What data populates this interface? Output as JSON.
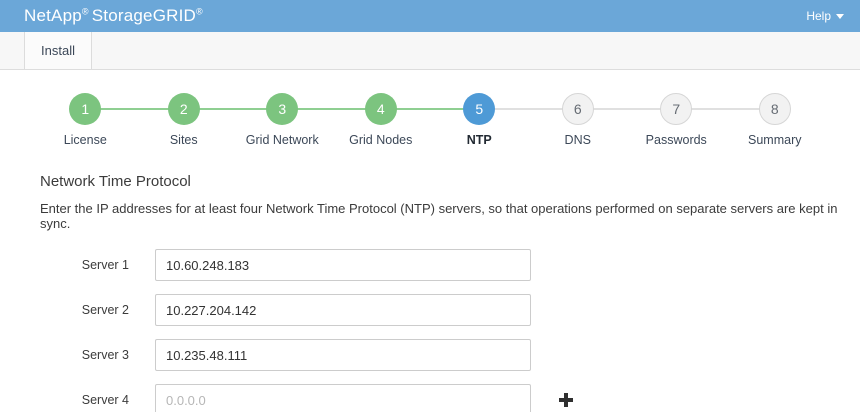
{
  "header": {
    "brand_name": "NetApp",
    "brand_reg": "®",
    "product_name": "StorageGRID",
    "product_reg": "®",
    "help_label": "Help",
    "help_icon": "chevron-down-icon",
    "background_color": "#6ba7d8"
  },
  "tabs": [
    {
      "label": "Install",
      "active": true
    }
  ],
  "stepper": {
    "active_color": "#4e9ad6",
    "done_color": "#7cc47f",
    "todo_color": "#f2f2f2",
    "steps": [
      {
        "number": "1",
        "label": "License",
        "state": "done"
      },
      {
        "number": "2",
        "label": "Sites",
        "state": "done"
      },
      {
        "number": "3",
        "label": "Grid Network",
        "state": "done"
      },
      {
        "number": "4",
        "label": "Grid Nodes",
        "state": "done"
      },
      {
        "number": "5",
        "label": "NTP",
        "state": "active"
      },
      {
        "number": "6",
        "label": "DNS",
        "state": "todo"
      },
      {
        "number": "7",
        "label": "Passwords",
        "state": "todo"
      },
      {
        "number": "8",
        "label": "Summary",
        "state": "todo"
      }
    ]
  },
  "section": {
    "title": "Network Time Protocol",
    "description": "Enter the IP addresses for at least four Network Time Protocol (NTP) servers, so that operations performed on separate servers are kept in sync."
  },
  "form": {
    "add_icon": "plus-icon",
    "rows": [
      {
        "label": "Server 1",
        "value": "10.60.248.183",
        "placeholder": "0.0.0.0",
        "has_add": false
      },
      {
        "label": "Server 2",
        "value": "10.227.204.142",
        "placeholder": "0.0.0.0",
        "has_add": false
      },
      {
        "label": "Server 3",
        "value": "10.235.48.111",
        "placeholder": "0.0.0.0",
        "has_add": false
      },
      {
        "label": "Server 4",
        "value": "",
        "placeholder": "0.0.0.0",
        "has_add": true
      }
    ]
  }
}
